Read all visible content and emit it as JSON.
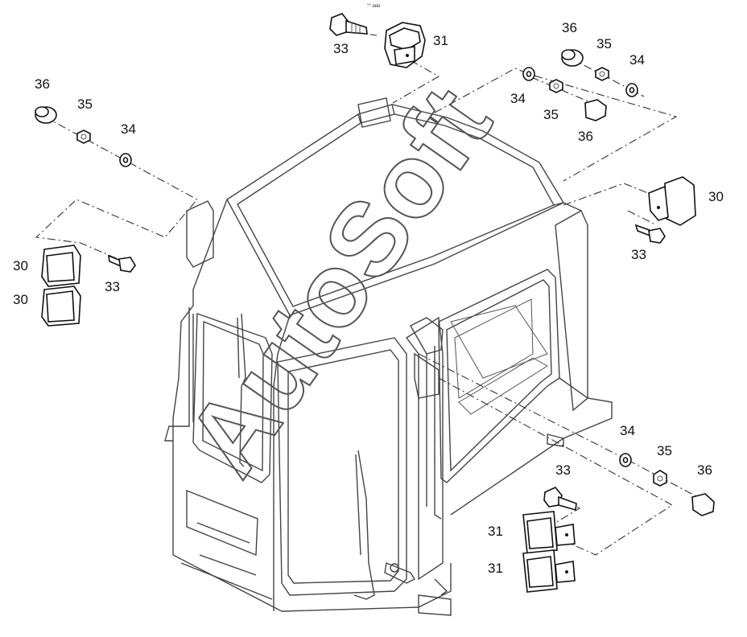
{
  "callouts": {
    "c_top_33": "33",
    "c_top_31": "31",
    "c_tr_36": "36",
    "c_tr_35": "35",
    "c_tr_34": "34",
    "c_tr2_34": "34",
    "c_tr2_35": "35",
    "c_tr2_36": "36",
    "c_tl_36": "36",
    "c_tl_35": "35",
    "c_tl_34": "34",
    "c_r_30": "30",
    "c_r_33": "33",
    "c_l_30a": "30",
    "c_l_30b": "30",
    "c_l_33": "33",
    "c_br_34": "34",
    "c_br_35": "35",
    "c_br_36": "36",
    "c_br_33": "33",
    "c_br_31a": "31",
    "c_br_31b": "31"
  },
  "watermark": "AutoSoft",
  "corner_mark": "°° ooo"
}
